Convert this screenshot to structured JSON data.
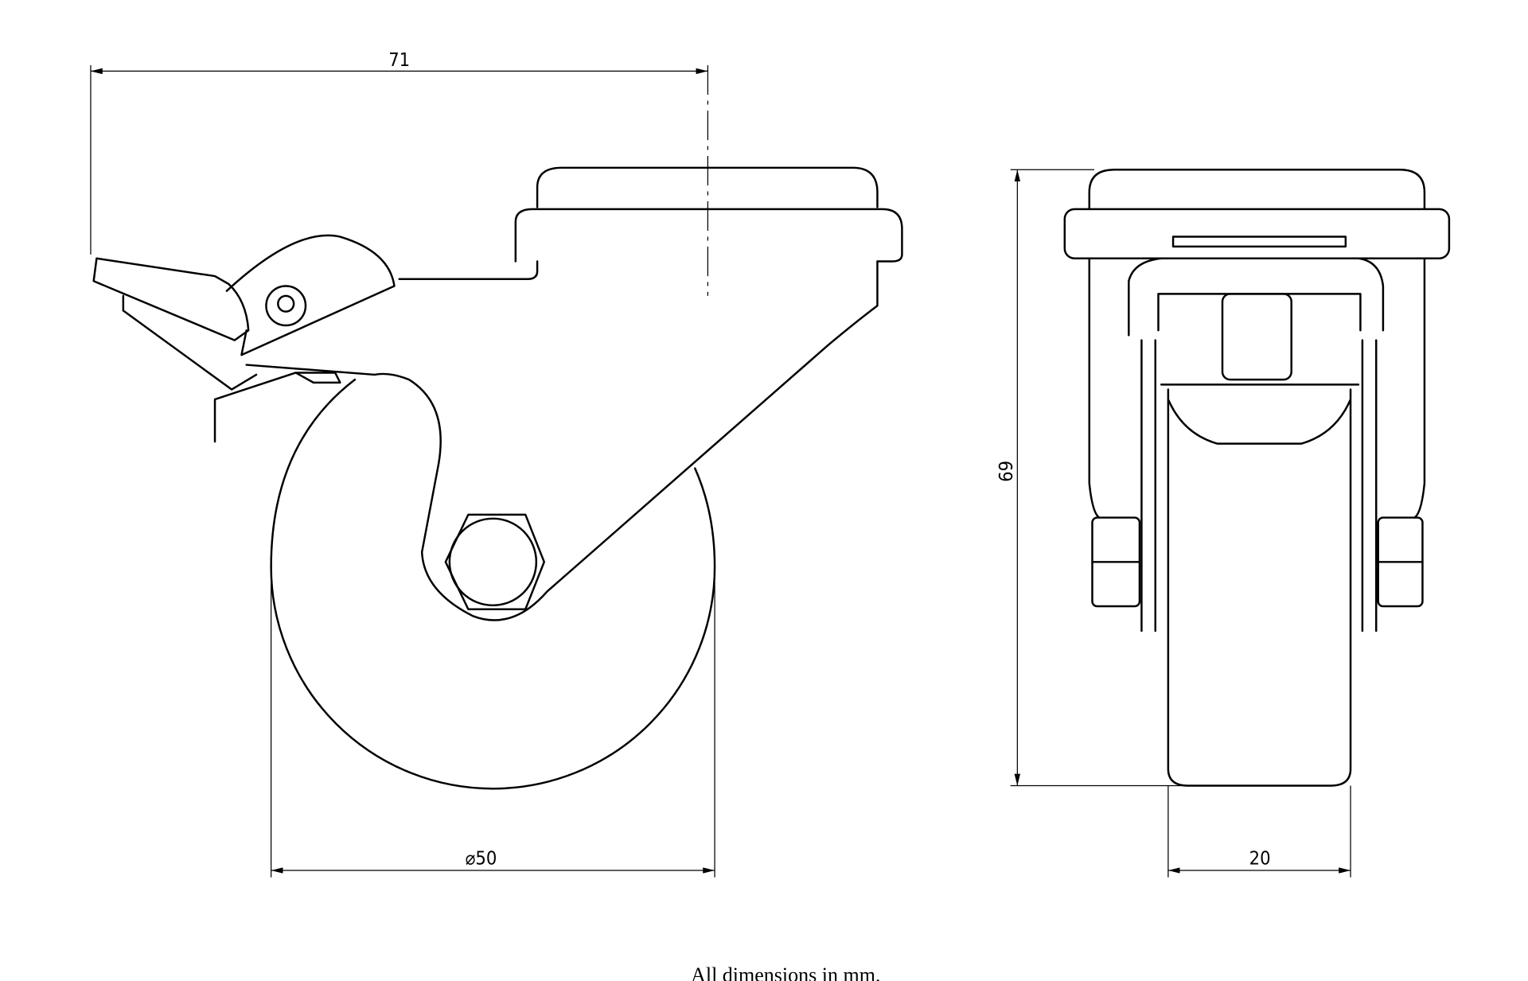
{
  "drawing": {
    "side_view": {
      "overall_length_label": "71",
      "wheel_diameter_label": "⌀50"
    },
    "front_view": {
      "height_label": "69",
      "wheel_width_label": "20"
    },
    "caption": "All dimensions in mm.",
    "line_color": "#000000"
  }
}
